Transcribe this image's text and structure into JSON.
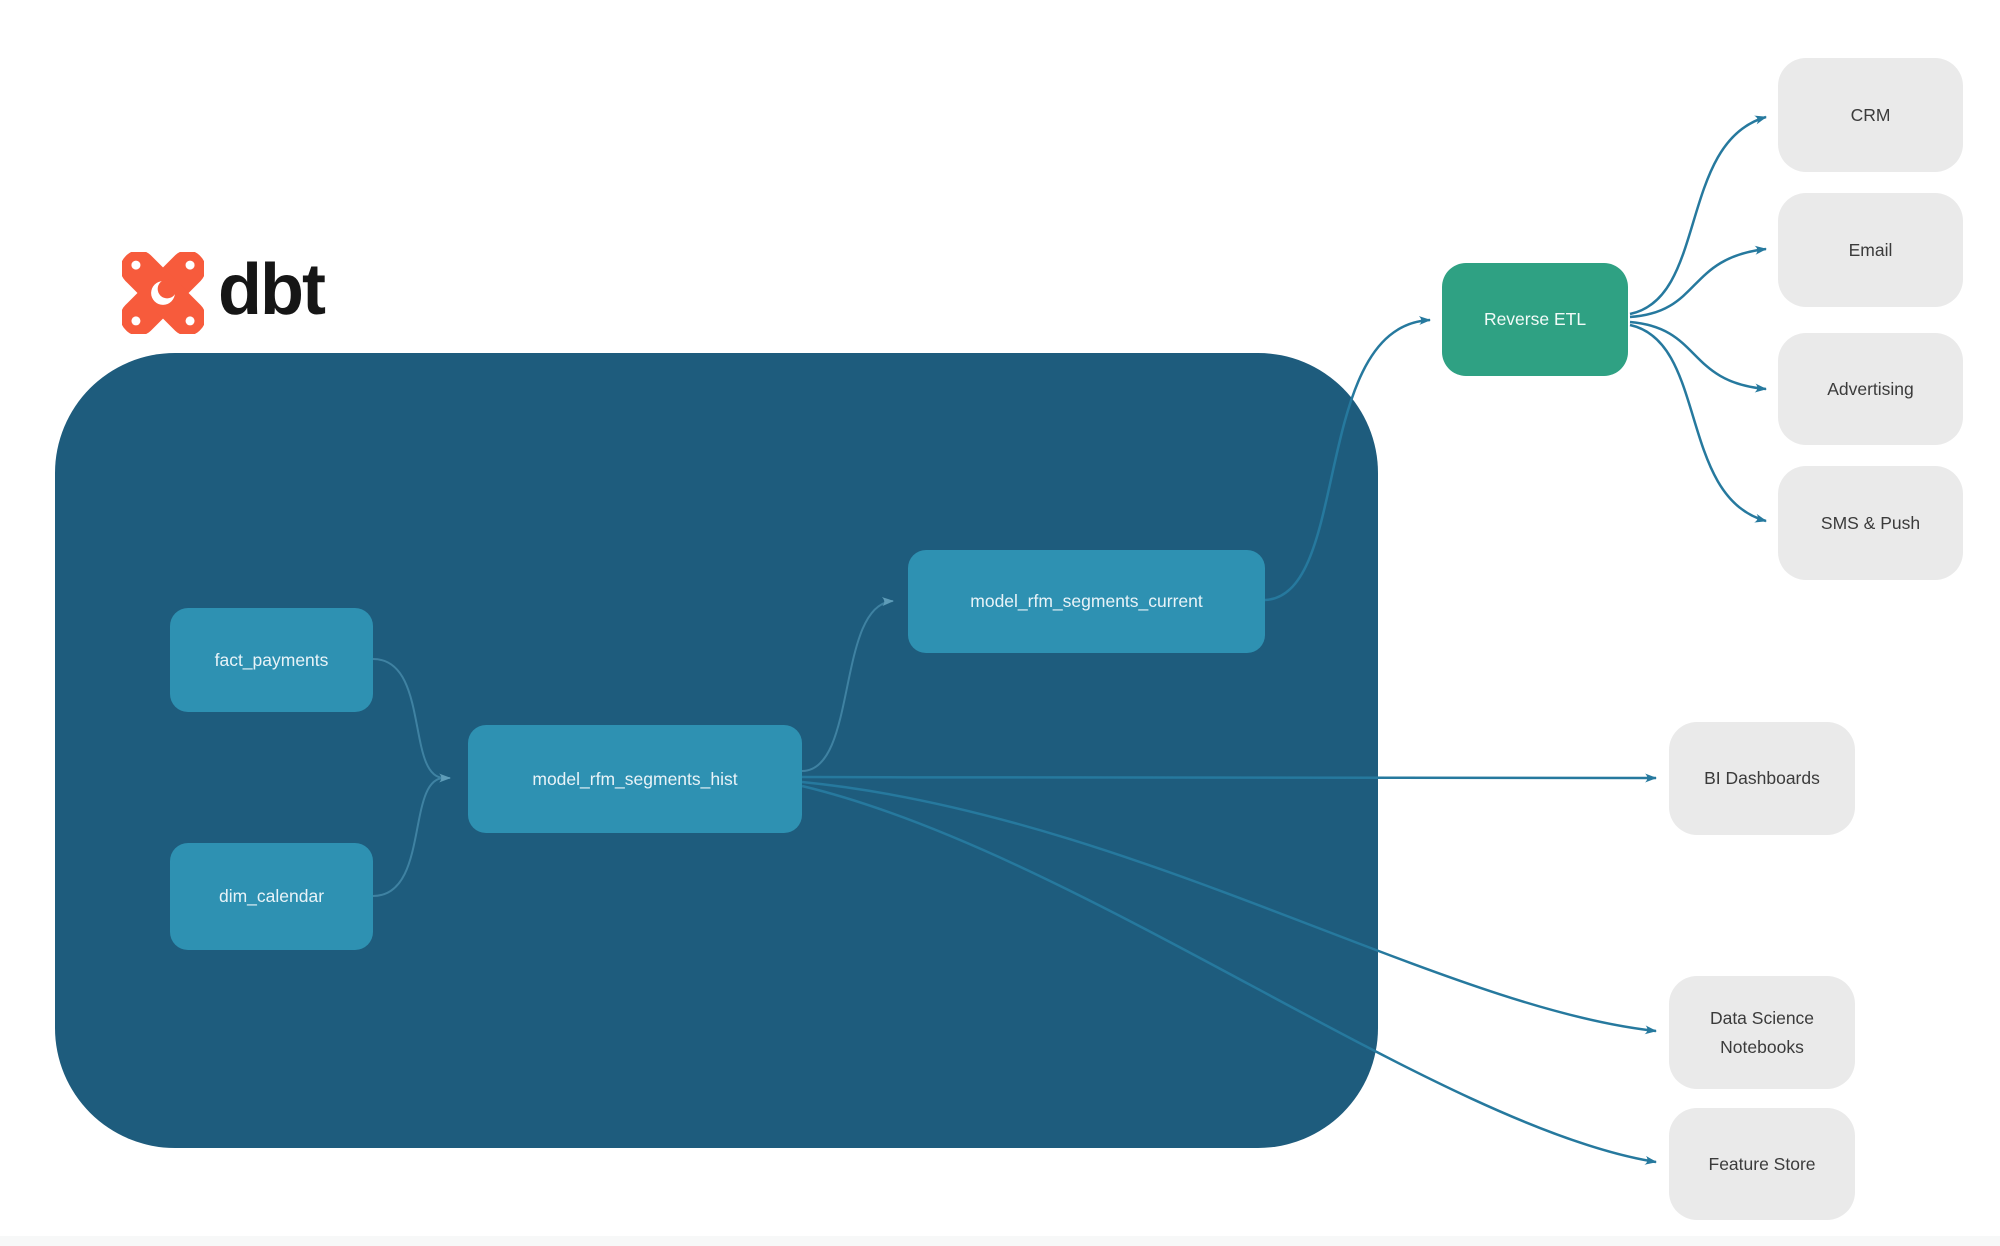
{
  "diagram": {
    "brand": {
      "name": "dbt"
    },
    "warehouse_nodes": [
      {
        "id": "fact_payments",
        "label": "fact_payments"
      },
      {
        "id": "dim_calendar",
        "label": "dim_calendar"
      },
      {
        "id": "model_rfm_segments_hist",
        "label": "model_rfm_segments_hist"
      },
      {
        "id": "model_rfm_segments_current",
        "label": "model_rfm_segments_current"
      }
    ],
    "activation_node": {
      "id": "reverse_etl",
      "label": "Reverse ETL"
    },
    "destination_nodes": [
      {
        "id": "crm",
        "label": "CRM"
      },
      {
        "id": "email",
        "label": "Email"
      },
      {
        "id": "advertising",
        "label": "Advertising"
      },
      {
        "id": "sms_push",
        "label": "SMS & Push"
      },
      {
        "id": "bi_dashboards",
        "label": "BI Dashboards"
      },
      {
        "id": "data_science_notebooks",
        "label": "Data Science Notebooks"
      },
      {
        "id": "feature_store",
        "label": "Feature Store"
      }
    ],
    "edges": [
      {
        "from": "fact_payments",
        "to": "model_rfm_segments_hist"
      },
      {
        "from": "dim_calendar",
        "to": "model_rfm_segments_hist"
      },
      {
        "from": "model_rfm_segments_hist",
        "to": "model_rfm_segments_current"
      },
      {
        "from": "model_rfm_segments_current",
        "to": "reverse_etl"
      },
      {
        "from": "reverse_etl",
        "to": "crm"
      },
      {
        "from": "reverse_etl",
        "to": "email"
      },
      {
        "from": "reverse_etl",
        "to": "advertising"
      },
      {
        "from": "reverse_etl",
        "to": "sms_push"
      },
      {
        "from": "model_rfm_segments_hist",
        "to": "bi_dashboards"
      },
      {
        "from": "model_rfm_segments_hist",
        "to": "data_science_notebooks"
      },
      {
        "from": "model_rfm_segments_hist",
        "to": "feature_store"
      }
    ],
    "colors": {
      "warehouse_container": "#1E5C7D",
      "model_node": "#2E91B2",
      "model_node_text": "#E8F3F8",
      "activation_node": "#2FA183",
      "destination_node": "#EAEAEA",
      "destination_text": "#3B3B3B",
      "edge_inside": "#3F82A2",
      "edge_outside": "#26799E",
      "brand_orange": "#F75B3C",
      "brand_text": "#161616"
    }
  }
}
